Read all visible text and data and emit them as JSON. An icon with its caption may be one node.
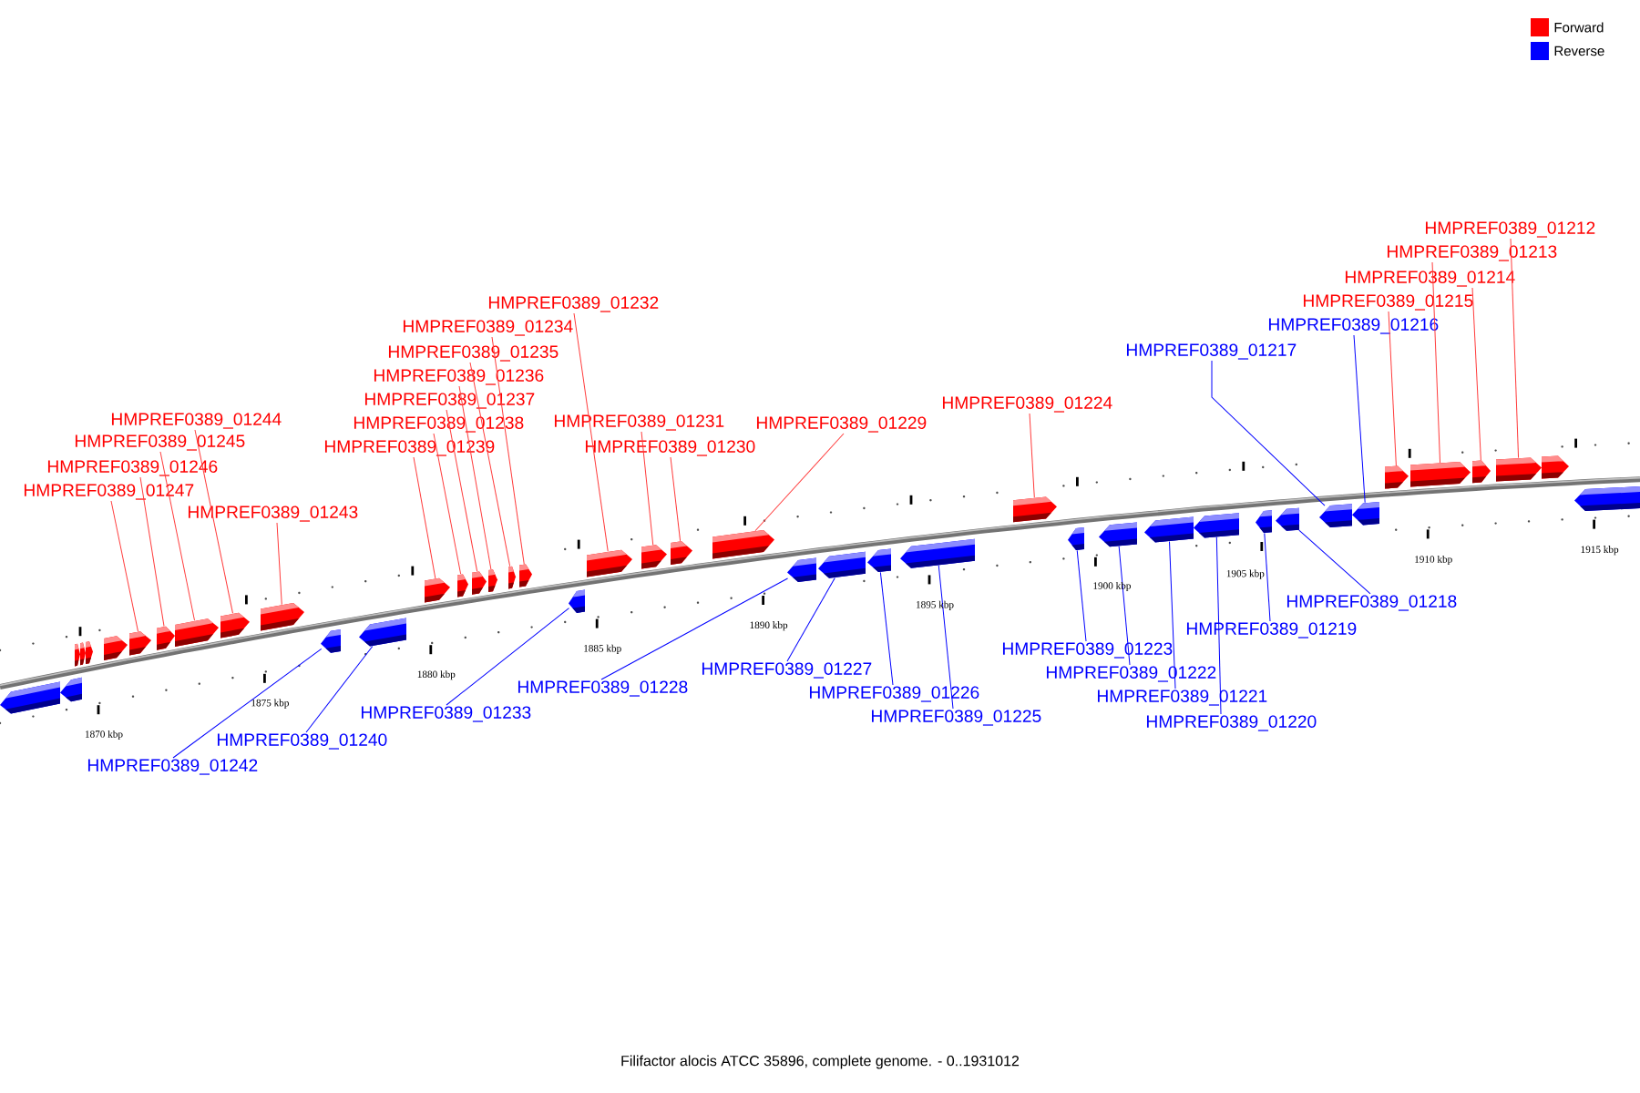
{
  "diagram": {
    "caption": "Filifactor alocis ATCC 35896, complete genome. - 0..1931012",
    "nodes": [
      {
        "text": [
          "HMPREF0389_01212"
        ]
      },
      {
        "text": [
          "HMPREF0389_01213"
        ]
      },
      {
        "text": [
          "HMPREF0389_01214"
        ]
      },
      {
        "text": [
          "HMPREF0389_01215"
        ]
      },
      {
        "text": [
          "HMPREF0389_01216"
        ]
      },
      {
        "text": [
          "HMPREF0389_01217"
        ]
      },
      {
        "text": [
          "HMPREF0389_01232"
        ]
      },
      {
        "text": [
          "HMPREF0389_01234"
        ]
      },
      {
        "text": [
          "HMPREF0389_01235"
        ]
      },
      {
        "text": [
          "HMPREF0389_01236"
        ]
      },
      {
        "text": [
          "HMPREF0389_01224"
        ]
      },
      {
        "text": [
          "HMPREF0389_01237"
        ]
      },
      {
        "text": [
          "HMPREF0389_01244"
        ]
      },
      {
        "text": [
          "HMPREF0389_01231"
        ]
      },
      {
        "text": [
          "HMPREF0389_01229"
        ]
      },
      {
        "text": [
          "HMPREF0389_01238"
        ]
      },
      {
        "text": [
          "HMPREF0389_01245"
        ]
      },
      {
        "text": [
          "HMPREF0389_01239"
        ]
      },
      {
        "text": [
          "HMPREF0389_01230"
        ]
      },
      {
        "text": [
          "HMPREF0389_01246"
        ]
      },
      {
        "text": [
          "HMPREF0389_01247"
        ]
      },
      {
        "text": [
          "HMPREF0389_01243"
        ]
      },
      {
        "text": [
          "HMPREF0389_01218"
        ]
      },
      {
        "text": [
          "HMPREF0389_01219"
        ]
      },
      {
        "text": [
          "HMPREF0389_01223"
        ]
      },
      {
        "text": [
          "HMPREF0389_01227"
        ]
      },
      {
        "text": [
          "HMPREF0389_01222"
        ]
      },
      {
        "text": [
          "HMPREF0389_01228"
        ]
      },
      {
        "text": [
          "HMPREF0389_01226"
        ]
      },
      {
        "text": [
          "HMPREF0389_01221"
        ]
      },
      {
        "text": [
          "HMPREF0389_01233"
        ]
      },
      {
        "text": [
          "HMPREF0389_01225"
        ]
      },
      {
        "text": [
          "HMPREF0389_01220"
        ]
      },
      {
        "text": [
          "HMPREF0389_01240"
        ]
      },
      {
        "text": [
          "HMPREF0389_01242"
        ]
      },
      {
        "text": [],
        "shape": "arrow"
      },
      {
        "text": [],
        "shape": "arrow"
      },
      {
        "text": [],
        "shape": "arrow"
      },
      {
        "text": [],
        "shape": "arrow"
      },
      {
        "text": [],
        "shape": "arrow"
      },
      {
        "text": [],
        "shape": "arrow"
      },
      {
        "text": [],
        "shape": "arrow"
      },
      {
        "text": [],
        "shape": "arrow"
      },
      {
        "text": [],
        "shape": "arrow"
      },
      {
        "text": [],
        "shape": "arrow"
      },
      {
        "text": [],
        "shape": "arrow"
      },
      {
        "text": [],
        "shape": "arrow"
      },
      {
        "text": [],
        "shape": "arrow"
      },
      {
        "text": [],
        "shape": "arrow"
      },
      {
        "text": [],
        "shape": "arrow"
      },
      {
        "text": [],
        "shape": "arrow"
      },
      {
        "text": [],
        "shape": "arrow"
      },
      {
        "text": [],
        "shape": "arrow"
      },
      {
        "text": [],
        "shape": "arrow"
      },
      {
        "text": [],
        "shape": "arrow"
      },
      {
        "text": [],
        "shape": "arrow"
      },
      {
        "text": [],
        "shape": "arrow"
      },
      {
        "text": [],
        "shape": "arrow"
      },
      {
        "text": [],
        "shape": "arrow"
      },
      {
        "text": [],
        "shape": "arrow"
      },
      {
        "text": [],
        "shape": "arrow"
      },
      {
        "text": [],
        "shape": "arrow"
      },
      {
        "text": [],
        "shape": "arrow"
      },
      {
        "text": [],
        "shape": "arrow"
      },
      {
        "text": [],
        "shape": "arrow"
      },
      {
        "text": [],
        "shape": "arrow"
      },
      {
        "text": [],
        "shape": "arrow"
      },
      {
        "text": [],
        "shape": "arrow"
      },
      {
        "text": [],
        "shape": "arrow"
      },
      {
        "text": [],
        "shape": "arrow"
      },
      {
        "text": [],
        "shape": "arrow"
      },
      {
        "text": [],
        "shape": "arrow"
      },
      {
        "text": [],
        "shape": "arrow"
      },
      {
        "text": [],
        "shape": "arrow"
      },
      {
        "text": [],
        "shape": "arrow"
      },
      {
        "text": [],
        "shape": "arrow"
      },
      {
        "text": [],
        "shape": "arrow"
      },
      {
        "text": [],
        "shape": "arrow"
      }
    ],
    "edges": [
      {
        "from": 0,
        "to": 69,
        "arrow": "none"
      },
      {
        "from": 1,
        "to": 67,
        "arrow": "none"
      },
      {
        "from": 2,
        "to": 68,
        "arrow": "none"
      },
      {
        "from": 3,
        "to": 66,
        "arrow": "none"
      },
      {
        "from": 4,
        "to": 65,
        "arrow": "none",
        "color": "#0000ff"
      },
      {
        "from": 5,
        "to": 64,
        "arrow": "none",
        "color": "#0000ff"
      },
      {
        "from": 6,
        "to": 49,
        "arrow": "none"
      },
      {
        "from": 7,
        "to": 47,
        "arrow": "none"
      },
      {
        "from": 8,
        "to": 46,
        "arrow": "none"
      },
      {
        "from": 9,
        "to": 45,
        "arrow": "none"
      },
      {
        "from": 10,
        "to": 57,
        "arrow": "none"
      },
      {
        "from": 11,
        "to": 44,
        "arrow": "none"
      },
      {
        "from": 12,
        "to": 38,
        "arrow": "none"
      },
      {
        "from": 13,
        "to": 50,
        "arrow": "none"
      },
      {
        "from": 14,
        "to": 52,
        "arrow": "none"
      },
      {
        "from": 15,
        "to": 43,
        "arrow": "none"
      },
      {
        "from": 16,
        "to": 37,
        "arrow": "none"
      },
      {
        "from": 17,
        "to": 42,
        "arrow": "none"
      },
      {
        "from": 18,
        "to": 51,
        "arrow": "none"
      },
      {
        "from": 19,
        "to": 36,
        "arrow": "none"
      },
      {
        "from": 20,
        "to": 35,
        "arrow": "none"
      },
      {
        "from": 21,
        "to": 39,
        "arrow": "none"
      },
      {
        "from": 22,
        "to": 63,
        "arrow": "none",
        "color": "#0000ff"
      },
      {
        "from": 23,
        "to": 62,
        "arrow": "none",
        "color": "#0000ff"
      },
      {
        "from": 24,
        "to": 58,
        "arrow": "none",
        "color": "#0000ff"
      },
      {
        "from": 25,
        "to": 54,
        "arrow": "none",
        "color": "#0000ff"
      },
      {
        "from": 26,
        "to": 59,
        "arrow": "none",
        "color": "#0000ff"
      },
      {
        "from": 27,
        "to": 53,
        "arrow": "none",
        "color": "#0000ff"
      },
      {
        "from": 28,
        "to": 55,
        "arrow": "none",
        "color": "#0000ff"
      },
      {
        "from": 29,
        "to": 60,
        "arrow": "none",
        "color": "#0000ff"
      },
      {
        "from": 30,
        "to": 48,
        "arrow": "none",
        "color": "#0000ff"
      },
      {
        "from": 31,
        "to": 56,
        "arrow": "none",
        "color": "#0000ff"
      },
      {
        "from": 32,
        "to": 61,
        "arrow": "none",
        "color": "#0000ff"
      },
      {
        "from": 33,
        "to": 41,
        "arrow": "none",
        "color": "#0000ff"
      },
      {
        "from": 34,
        "to": 40,
        "arrow": "none",
        "color": "#0000ff"
      }
    ],
    "labels": [
      "1870 kbp",
      "1875 kbp",
      "1880 kbp",
      "1885 kbp",
      "1890 kbp",
      "1895 kbp",
      "1900 kbp",
      "1905 kbp",
      "1910 kbp",
      "1915 kbp"
    ],
    "legend": [
      {
        "text": "Forward",
        "color": "#ff0000"
      },
      {
        "text": "Reverse",
        "color": "#0000ff"
      }
    ]
  }
}
